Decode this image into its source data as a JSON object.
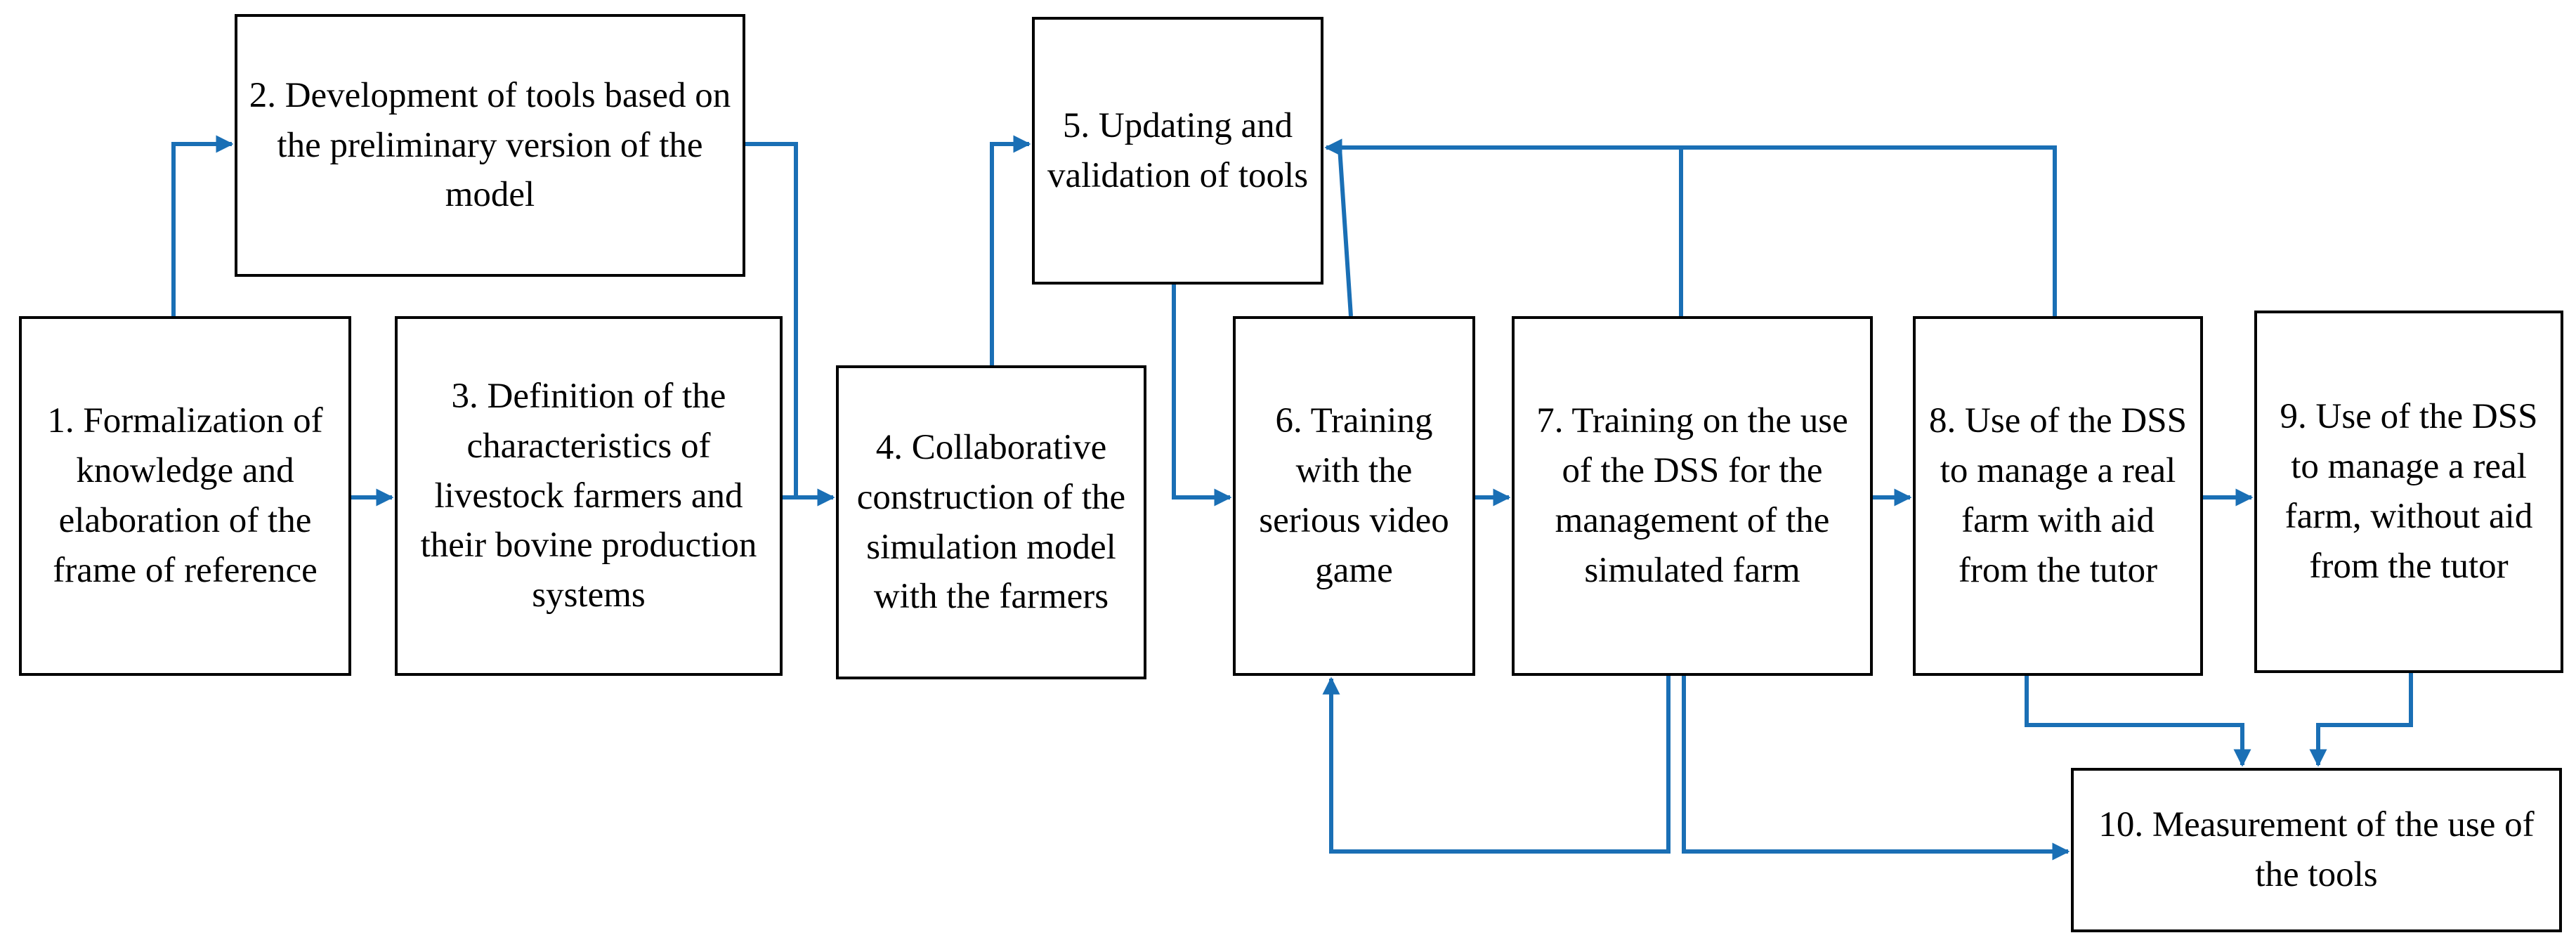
{
  "nodes": [
    {
      "id": "n1",
      "label": "1. Formalization of knowledge and elaboration of the frame of reference"
    },
    {
      "id": "n2",
      "label": "2. Development of tools based on the preliminary version of the model"
    },
    {
      "id": "n3",
      "label": "3. Definition of the characteristics of livestock farmers and their bovine production systems"
    },
    {
      "id": "n4",
      "label": "4. Collaborative construction of the simulation model with the farmers"
    },
    {
      "id": "n5",
      "label": "5. Updating and validation of tools"
    },
    {
      "id": "n6",
      "label": "6. Training with the serious video game"
    },
    {
      "id": "n7",
      "label": "7. Training on the use of the DSS for the management of the simulated farm"
    },
    {
      "id": "n8",
      "label": "8. Use of the DSS to manage a real farm with aid from the tutor"
    },
    {
      "id": "n9",
      "label": "9. Use of the DSS to manage a real farm, without aid from the tutor"
    },
    {
      "id": "n10",
      "label": "10. Measurement of the use of the tools"
    }
  ],
  "edges": [
    {
      "from": "n1",
      "to": "n2"
    },
    {
      "from": "n1",
      "to": "n3"
    },
    {
      "from": "n2",
      "to": "n4"
    },
    {
      "from": "n3",
      "to": "n4"
    },
    {
      "from": "n4",
      "to": "n5"
    },
    {
      "from": "n5",
      "to": "n6"
    },
    {
      "from": "n6",
      "to": "n5"
    },
    {
      "from": "n7",
      "to": "n5"
    },
    {
      "from": "n8",
      "to": "n5"
    },
    {
      "from": "n6",
      "to": "n7"
    },
    {
      "from": "n7",
      "to": "n8"
    },
    {
      "from": "n8",
      "to": "n9"
    },
    {
      "from": "n7",
      "to": "n6"
    },
    {
      "from": "n7",
      "to": "n10"
    },
    {
      "from": "n8",
      "to": "n10"
    },
    {
      "from": "n9",
      "to": "n10"
    }
  ],
  "colors": {
    "arrow": "#1a6fb5",
    "box_border": "#000000",
    "text": "#000000"
  }
}
